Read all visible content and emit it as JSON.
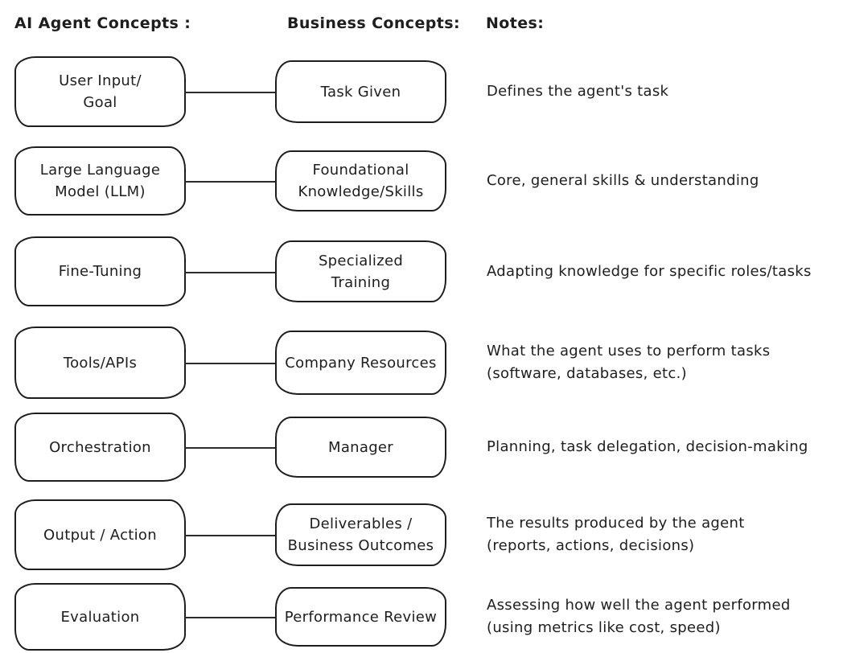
{
  "headers": {
    "agent_column": "AI Agent Concepts :",
    "business_column": "Business Concepts:",
    "notes_column": "Notes:"
  },
  "colors": {
    "stroke": "#1e1e1e",
    "background": "#ffffff",
    "text": "#1e1e1e"
  },
  "rows": [
    {
      "agent": "User Input/\nGoal",
      "business": "Task Given",
      "note": "Defines the agent's task"
    },
    {
      "agent": "Large Language\nModel (LLM)",
      "business": "Foundational\nKnowledge/Skills",
      "note": "Core, general skills & understanding"
    },
    {
      "agent": "Fine-Tuning",
      "business": "Specialized\nTraining",
      "note": "Adapting knowledge for specific roles/tasks"
    },
    {
      "agent": "Tools/APIs",
      "business": "Company Resources",
      "note": "What the agent uses to perform tasks\n(software, databases, etc.)"
    },
    {
      "agent": "Orchestration",
      "business": "Manager",
      "note": "Planning, task delegation, decision-making"
    },
    {
      "agent": "Output / Action",
      "business": "Deliverables /\nBusiness Outcomes",
      "note": "The results produced by the agent\n(reports, actions, decisions)"
    },
    {
      "agent": "Evaluation",
      "business": "Performance Review",
      "note": "Assessing how well the agent performed\n(using metrics like cost, speed)"
    }
  ]
}
